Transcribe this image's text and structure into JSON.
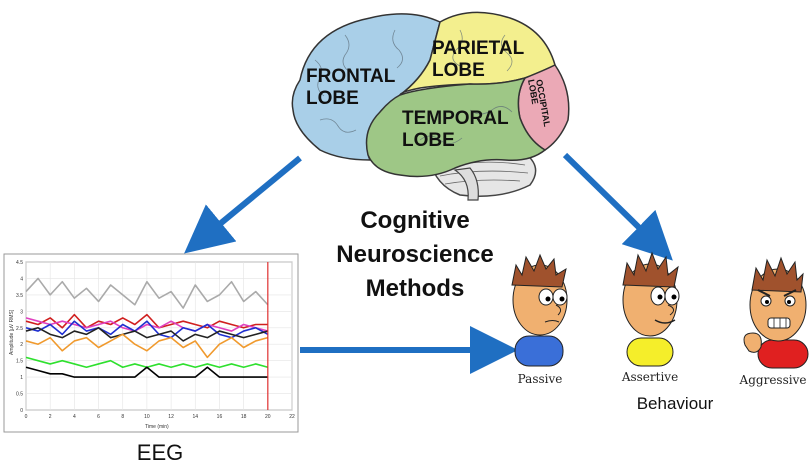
{
  "brain": {
    "lobes": {
      "frontal": [
        "FRONTAL",
        "LOBE"
      ],
      "parietal": [
        "PARIETAL",
        "LOBE"
      ],
      "temporal": [
        "TEMPORAL",
        "LOBE"
      ],
      "occipital": [
        "OCCIPITAL",
        "LOBE"
      ]
    },
    "colors": {
      "frontal": "#a9cfe8",
      "parietal": "#f3ef8e",
      "temporal": "#9ec786",
      "occipital": "#eba9b6",
      "cerebellum": "#e6e6e6"
    }
  },
  "center": {
    "lines": [
      "Cognitive",
      "Neuroscience",
      "Methods"
    ]
  },
  "eeg": {
    "caption": "EEG",
    "ylabel": "Amplitude [µV RMS]",
    "xlabel": "Time (min)",
    "yticks": [
      "4.5",
      "4",
      "3.5",
      "3",
      "2.5",
      "2",
      "1.5",
      "1",
      "0.5",
      "0"
    ],
    "xticks": [
      "0",
      "2",
      "4",
      "6",
      "8",
      "10",
      "12",
      "14",
      "16",
      "18",
      "20",
      "22"
    ]
  },
  "chart_data": {
    "type": "line",
    "xlabel": "Time (min)",
    "ylabel": "Amplitude [µV RMS]",
    "xlim": [
      0,
      22
    ],
    "ylim": [
      0,
      4.5
    ],
    "x": [
      0,
      1,
      2,
      3,
      4,
      5,
      6,
      7,
      8,
      9,
      10,
      11,
      12,
      13,
      14,
      15,
      16,
      17,
      18,
      19,
      20
    ],
    "series": [
      {
        "color": "#aaaaaa",
        "values": [
          3.6,
          4.0,
          3.5,
          3.9,
          3.4,
          3.7,
          3.3,
          3.8,
          3.5,
          3.2,
          3.9,
          3.4,
          3.6,
          3.1,
          3.8,
          3.3,
          3.5,
          3.9,
          3.3,
          3.6,
          3.2
        ]
      },
      {
        "color": "#d01f1f",
        "values": [
          2.7,
          2.6,
          2.8,
          2.5,
          2.9,
          2.5,
          2.7,
          2.6,
          2.8,
          2.6,
          2.9,
          2.5,
          2.6,
          2.7,
          2.6,
          2.5,
          2.7,
          2.6,
          2.5,
          2.6,
          2.6
        ]
      },
      {
        "color": "#e040c0",
        "values": [
          2.8,
          2.7,
          2.6,
          2.7,
          2.6,
          2.5,
          2.6,
          2.7,
          2.5,
          2.4,
          2.6,
          2.5,
          2.7,
          2.5,
          2.4,
          2.6,
          2.5,
          2.4,
          2.6,
          2.5,
          2.4
        ]
      },
      {
        "color": "#1f2fd0",
        "values": [
          2.5,
          2.4,
          2.6,
          2.3,
          2.7,
          2.4,
          2.5,
          2.3,
          2.6,
          2.4,
          2.7,
          2.3,
          2.2,
          2.5,
          2.4,
          2.6,
          2.3,
          2.2,
          2.4,
          2.5,
          2.3
        ]
      },
      {
        "color": "#222222",
        "values": [
          2.4,
          2.5,
          2.3,
          2.2,
          2.4,
          2.3,
          2.5,
          2.2,
          2.3,
          2.4,
          2.2,
          2.3,
          2.4,
          2.1,
          2.3,
          2.2,
          2.4,
          2.3,
          2.2,
          2.3,
          2.4
        ]
      },
      {
        "color": "#f09a2e",
        "values": [
          2.1,
          2.0,
          2.2,
          1.8,
          2.1,
          2.2,
          1.9,
          2.1,
          2.3,
          2.0,
          1.8,
          2.1,
          2.2,
          1.9,
          2.1,
          1.6,
          2.0,
          2.2,
          1.9,
          2.1,
          2.2
        ]
      },
      {
        "color": "#2ee02e",
        "values": [
          1.6,
          1.5,
          1.4,
          1.5,
          1.4,
          1.3,
          1.4,
          1.5,
          1.3,
          1.4,
          1.3,
          1.4,
          1.3,
          1.4,
          1.3,
          1.4,
          1.3,
          1.4,
          1.3,
          1.4,
          1.3
        ]
      },
      {
        "color": "#000000",
        "values": [
          1.3,
          1.2,
          1.1,
          1.1,
          1.0,
          1.0,
          1.0,
          1.0,
          1.0,
          1.0,
          1.3,
          1.0,
          1.0,
          1.0,
          1.0,
          1.3,
          1.0,
          1.0,
          1.0,
          1.0,
          1.0
        ]
      }
    ],
    "marker_x": 20,
    "grid": true
  },
  "behaviour": {
    "caption": "Behaviour",
    "people": [
      {
        "label": "Passive",
        "shirt": "#3a6fd8"
      },
      {
        "label": "Assertive",
        "shirt": "#f5ee2a"
      },
      {
        "label": "Aggressive",
        "shirt": "#e02020"
      }
    ]
  },
  "arrow_color": "#1f6fc2"
}
